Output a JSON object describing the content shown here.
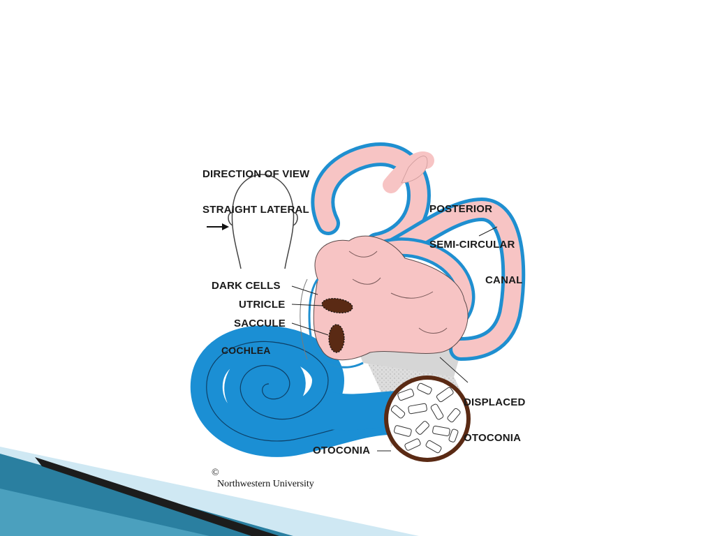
{
  "diagram": {
    "view_label": {
      "line1": "DIRECTION OF VIEW",
      "line2": "STRAIGHT LATERAL"
    },
    "canal_label": {
      "line1": "POSTERIOR",
      "line2": "SEMI-CIRCULAR",
      "line3": "CANAL"
    },
    "labels": {
      "dark_cells": "DARK CELLS",
      "utricle": "UTRICLE",
      "saccule": "SACCULE",
      "cochlea": "COCHLEA",
      "otoconia": "OTOCONIA"
    },
    "displaced_label": {
      "line1": "DISPLACED",
      "line2": "OTOCONIA"
    },
    "credit": {
      "symbol": "©",
      "text": "Northwestern University"
    }
  },
  "colors": {
    "tissue_pink": "#f7c4c4",
    "membrane_blue": "#1f8fd0",
    "cochlea_blue": "#1b8fd4",
    "organ_brown": "#5a2a14",
    "band_dark": "#1c1c1c",
    "band_teal": "#2a7fa0",
    "band_light": "#bfe0ee"
  }
}
